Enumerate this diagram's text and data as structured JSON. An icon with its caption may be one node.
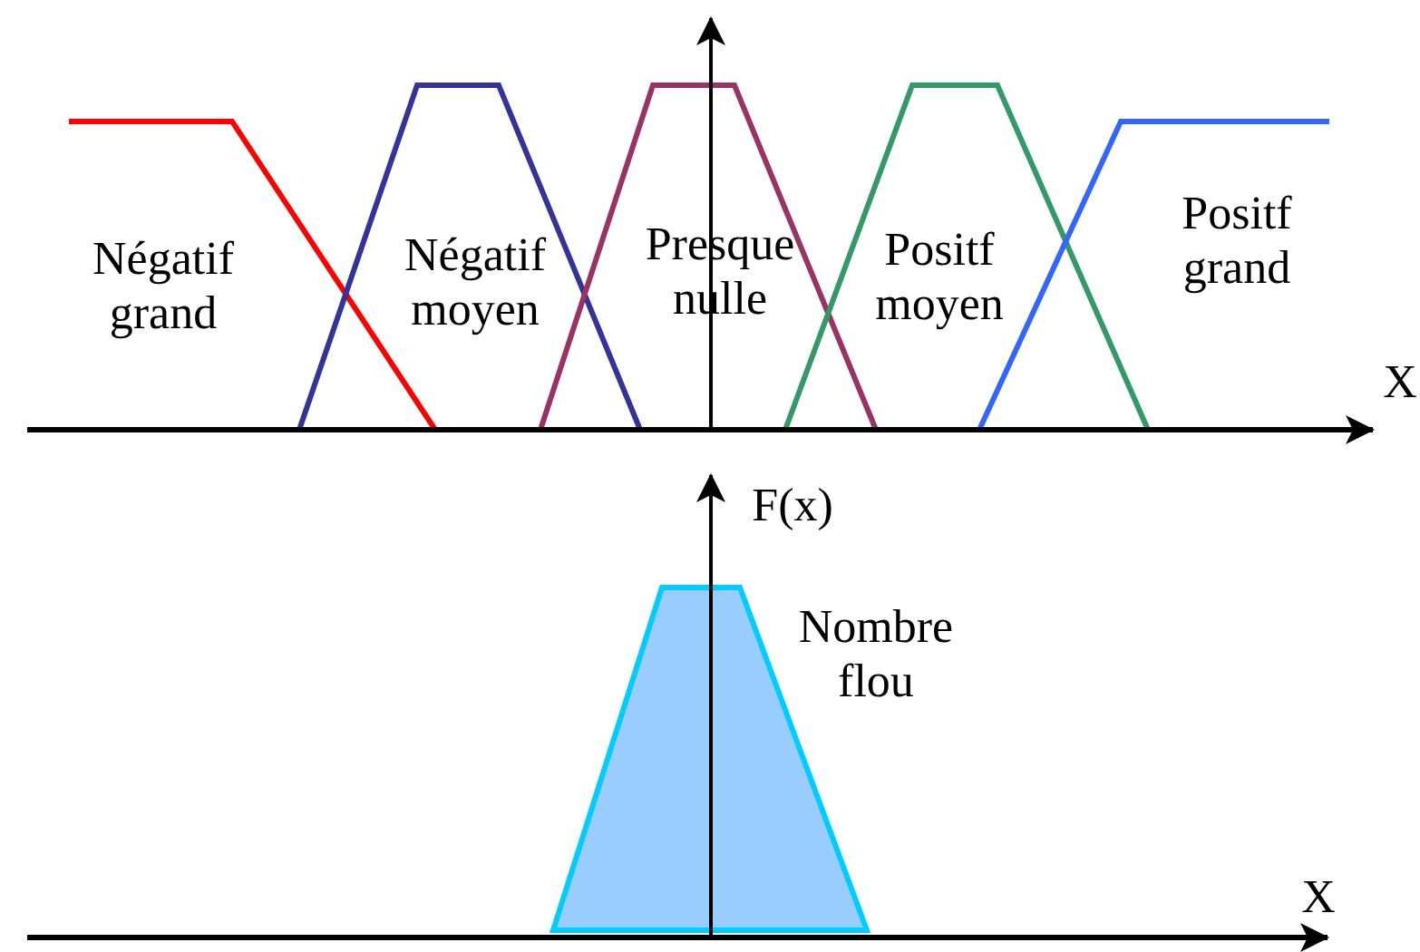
{
  "diagram": {
    "labels": [
      "Négatif grand",
      "Négatif moyen",
      "Presque nulle",
      "Positf moyen",
      "Positf grand",
      "X",
      "F(x)",
      "Nombre flou",
      "X"
    ]
  }
}
